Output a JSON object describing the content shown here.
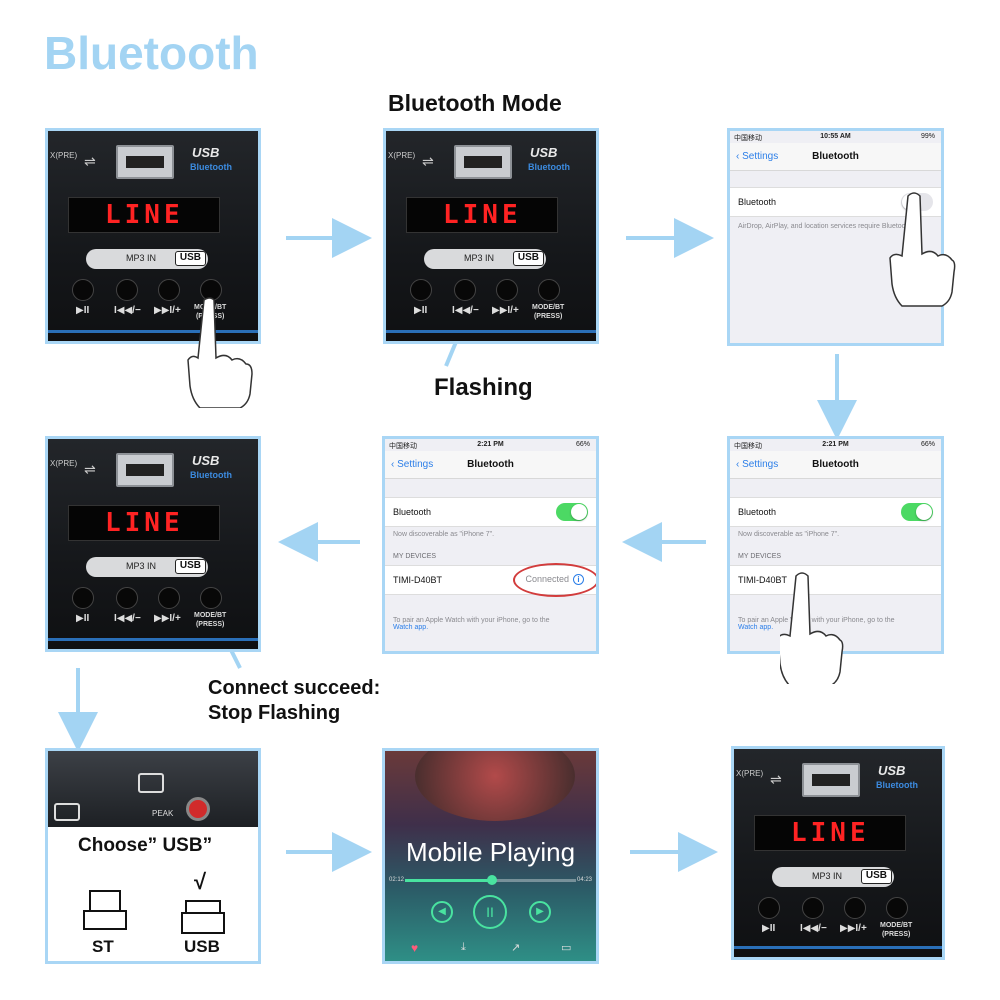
{
  "title": "Bluetooth",
  "captions": {
    "bluetooth_mode": "Bluetooth Mode",
    "flashing": "Flashing",
    "connect_line1": "Connect succeed:",
    "connect_line2": "Stop Flashing"
  },
  "device": {
    "pre": "X(PRE)",
    "usb": "USB",
    "bluetooth": "Bluetooth",
    "display": "LINE",
    "mp3_in": "MP3 IN",
    "usb_button": "USB",
    "play_pause": "▶II",
    "prev": "I◀◀/−",
    "next": "▶▶I/+",
    "mode_line1": "MODE/BT",
    "mode_line2": "(PRESS)"
  },
  "phone1": {
    "carrier": "中国移动",
    "time": "10:55 AM",
    "battery": "99%",
    "back": "Settings",
    "nav_title": "Bluetooth",
    "bt_label": "Bluetooth",
    "note": "AirDrop, AirPlay, and location services require Bluetooth."
  },
  "phone2": {
    "carrier": "中国移动",
    "time": "2:21 PM",
    "battery": "66%",
    "back": "Settings",
    "nav_title": "Bluetooth",
    "bt_label": "Bluetooth",
    "discoverable": "Now discoverable as \"iPhone 7\".",
    "my_devices": "MY DEVICES",
    "device_name": "TIMI-D40BT",
    "pair_note_1": "To pair an Apple Watch with your iPhone, go to the",
    "pair_note_2": "Watch app."
  },
  "phone3": {
    "carrier": "中国移动",
    "time": "2:21 PM",
    "battery": "66%",
    "back": "Settings",
    "nav_title": "Bluetooth",
    "bt_label": "Bluetooth",
    "discoverable": "Now discoverable as \"iPhone 7\".",
    "my_devices": "MY DEVICES",
    "device_name": "TIMI-D40BT",
    "connected": "Connected",
    "pair_note_1": "To pair an Apple Watch with your iPhone, go to the",
    "pair_note_2": "Watch app."
  },
  "mixer": {
    "choose": "Choose” USB”",
    "check": "√",
    "st": "ST",
    "usb": "USB",
    "peak": "PEAK"
  },
  "music": {
    "title": "Mobile Playing",
    "time_left": "02:12",
    "time_right": "04:23",
    "progress": 0.51
  },
  "colors": {
    "accent": "#a9d6f5",
    "arrow": "#a3d4f3",
    "title": "#a3d4f3",
    "display_red": "#ff2323",
    "toggle_on": "#4cd964",
    "ios_blue": "#2b7ee8"
  }
}
